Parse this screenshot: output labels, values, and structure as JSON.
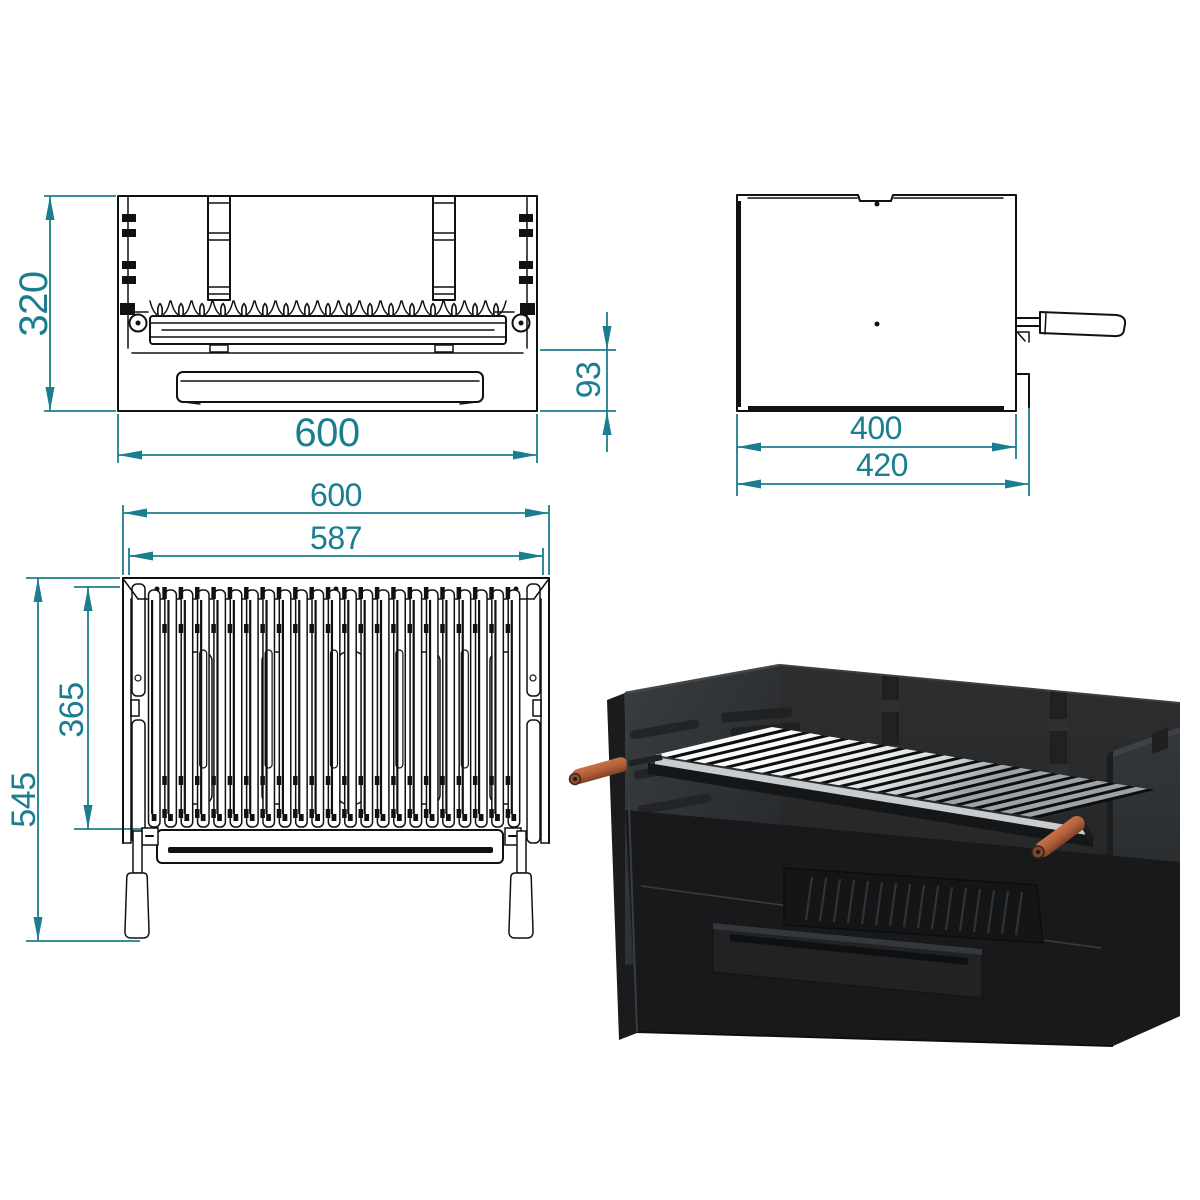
{
  "drawing": {
    "type": "technical-dimension-drawing",
    "subject": "charcoal-grill-drawer-bbq",
    "dimension_color": "#1b7e8e",
    "line_color": "#111111",
    "views": {
      "front_elevation": {
        "dims": {
          "height": "320",
          "width": "600",
          "tray_zone": "93"
        }
      },
      "side_view": {
        "dims": {
          "body_depth": "400",
          "total_depth": "420"
        }
      },
      "top_view": {
        "dims": {
          "width": "600",
          "grill_width": "587",
          "grill_depth": "365",
          "total_depth": "545"
        }
      }
    },
    "render": {
      "body_color": "#2b2e30",
      "grate_color": "#e9ebec",
      "handle_color": "#b2603a",
      "rail_color": "#17191b"
    }
  }
}
